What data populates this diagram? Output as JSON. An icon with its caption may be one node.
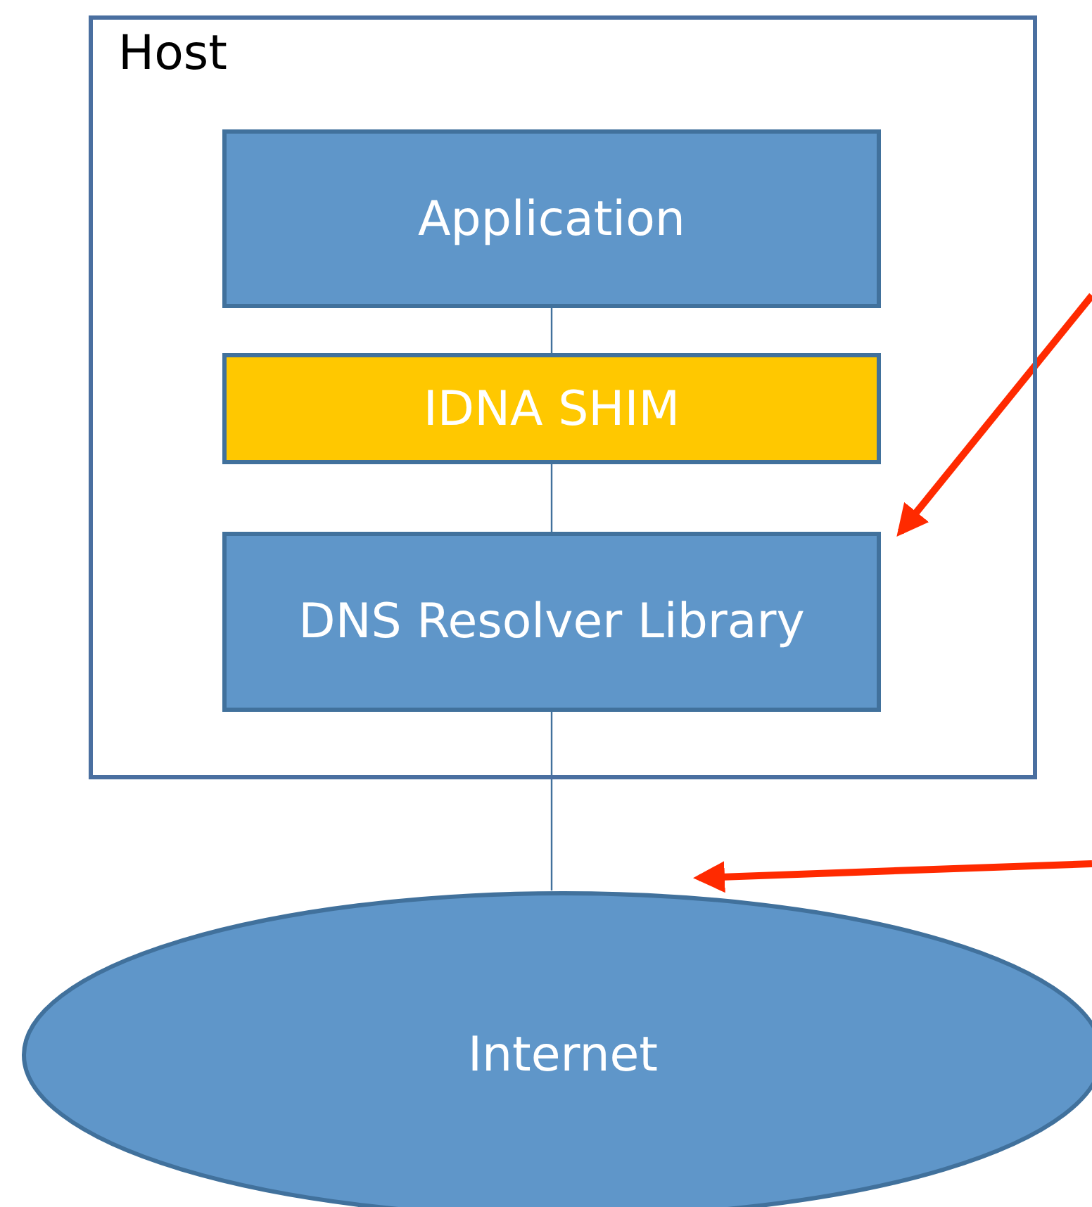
{
  "diagram": {
    "nodes": [
      {
        "text": [
          "Host"
        ]
      },
      {
        "text": [
          "Application"
        ],
        "in": 0
      },
      {
        "text": [
          "IDNA SHIM"
        ],
        "in": 0
      },
      {
        "text": [
          "DNS Resolver Library"
        ],
        "in": 0
      },
      {
        "text": [
          "Internet"
        ]
      }
    ],
    "edges": [
      {
        "from": 1,
        "to": 2,
        "arrow": "none"
      },
      {
        "from": 2,
        "to": 3,
        "arrow": "none"
      },
      {
        "from": 3,
        "to": 4,
        "arrow": "none"
      },
      {
        "from": null,
        "to": 3,
        "arrow": "to",
        "style": "thick",
        "color": "#ff2a00"
      },
      {
        "from": null,
        "to": 4,
        "arrow": "to",
        "style": "thick",
        "color": "#ff2a00"
      }
    ]
  }
}
